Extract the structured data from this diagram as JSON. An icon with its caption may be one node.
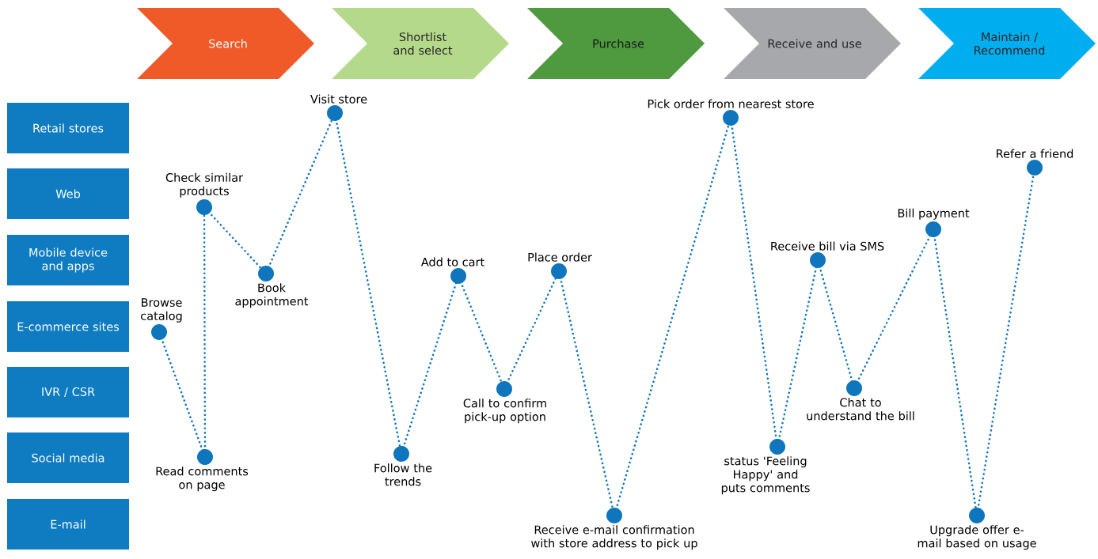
{
  "diagram": {
    "nodes": [
      {
        "text": [
          "Search"
        ]
      },
      {
        "text": [
          "Shortlist and select"
        ]
      },
      {
        "text": [
          "Purchase"
        ]
      },
      {
        "text": [
          "Receive and use"
        ]
      },
      {
        "text": [
          "Maintain / Recommend"
        ]
      },
      {
        "text": [
          "Retail stores"
        ]
      },
      {
        "text": [
          "Web"
        ]
      },
      {
        "text": [
          "Mobile device and apps"
        ]
      },
      {
        "text": [
          "E-commerce sites"
        ]
      },
      {
        "text": [
          "IVR / CSR"
        ]
      },
      {
        "text": [
          "Social media"
        ]
      },
      {
        "text": [
          "E-mail"
        ]
      },
      {
        "text": [],
        "shape": "circle",
        "beside": [
          "Browse catalog"
        ]
      },
      {
        "text": [],
        "shape": "circle",
        "beside": [
          "Read comments on page"
        ]
      },
      {
        "text": [],
        "shape": "circle",
        "beside": [
          "Check similar products"
        ]
      },
      {
        "text": [],
        "shape": "circle",
        "beside": [
          "Book appointment"
        ]
      },
      {
        "text": [],
        "shape": "circle",
        "beside": [
          "Visit store"
        ]
      },
      {
        "text": [],
        "shape": "circle",
        "beside": [
          "Follow the trends"
        ]
      },
      {
        "text": [],
        "shape": "circle",
        "beside": [
          "Add to cart"
        ]
      },
      {
        "text": [],
        "shape": "circle",
        "beside": [
          "Call to confirm pick-up option"
        ]
      },
      {
        "text": [],
        "shape": "circle",
        "beside": [
          "Place order"
        ]
      },
      {
        "text": [],
        "shape": "circle",
        "beside": [
          "Receive e-mail confirmation with store address to pick up"
        ]
      },
      {
        "text": [],
        "shape": "circle",
        "beside": [
          "Pick order from nearest store"
        ]
      },
      {
        "text": [],
        "shape": "circle",
        "beside": [
          "status 'Feeling Happy' and puts comments"
        ]
      },
      {
        "text": [],
        "shape": "circle",
        "beside": [
          "Receive bill via SMS"
        ]
      },
      {
        "text": [],
        "shape": "circle",
        "beside": [
          "Chat to understand the bill"
        ]
      },
      {
        "text": [],
        "shape": "circle",
        "beside": [
          "Bill payment"
        ]
      },
      {
        "text": [],
        "shape": "circle",
        "beside": [
          "Upgrade offer e-mail based on usage"
        ]
      },
      {
        "text": [],
        "shape": "circle",
        "beside": [
          "Refer a friend"
        ]
      }
    ],
    "edges": [
      {
        "from": 12,
        "to": 13,
        "arrow": "none"
      },
      {
        "from": 13,
        "to": 14,
        "arrow": "none"
      },
      {
        "from": 14,
        "to": 15,
        "arrow": "none"
      },
      {
        "from": 15,
        "to": 16,
        "arrow": "none"
      },
      {
        "from": 16,
        "to": 17,
        "arrow": "none"
      },
      {
        "from": 17,
        "to": 18,
        "arrow": "none"
      },
      {
        "from": 18,
        "to": 19,
        "arrow": "none"
      },
      {
        "from": 19,
        "to": 20,
        "arrow": "none"
      },
      {
        "from": 20,
        "to": 21,
        "arrow": "none"
      },
      {
        "from": 21,
        "to": 22,
        "arrow": "none"
      },
      {
        "from": 22,
        "to": 23,
        "arrow": "none"
      },
      {
        "from": 23,
        "to": 24,
        "arrow": "none"
      },
      {
        "from": 24,
        "to": 25,
        "arrow": "none"
      },
      {
        "from": 25,
        "to": 26,
        "arrow": "none"
      },
      {
        "from": 26,
        "to": 27,
        "arrow": "none"
      },
      {
        "from": 27,
        "to": 28,
        "arrow": "none"
      }
    ]
  }
}
